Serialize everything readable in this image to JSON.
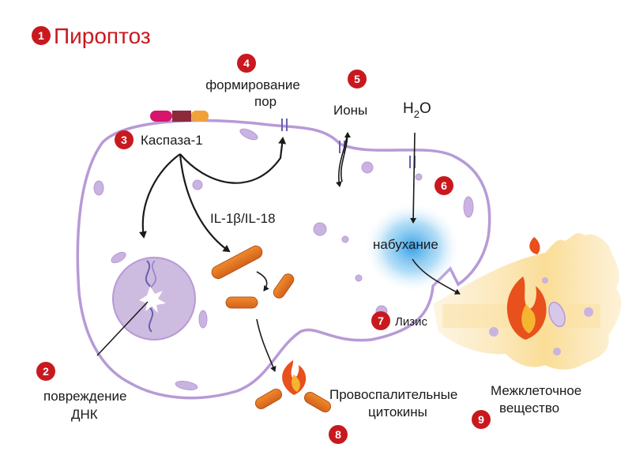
{
  "title": "Пироптоз",
  "steps": [
    {
      "num": "1"
    },
    {
      "num": "2",
      "label_lines": [
        "повреждение",
        "ДНК"
      ]
    },
    {
      "num": "3",
      "label": "Каспаза-1"
    },
    {
      "num": "4",
      "label_lines": [
        "формирование",
        "пор"
      ]
    },
    {
      "num": "5",
      "label": "Ионы"
    },
    {
      "num": "6"
    },
    {
      "num": "7",
      "label": "Лизис"
    },
    {
      "num": "8",
      "label_lines": [
        "Провоспалительные",
        "цитокины"
      ]
    },
    {
      "num": "9",
      "label_lines": [
        "Межклеточное",
        "вещество"
      ]
    }
  ],
  "labels": {
    "h2o": "H",
    "h2o_sub": "2",
    "h2o_o": "O",
    "il": "IL-1β/IL-18",
    "swelling": "набухание"
  },
  "colors": {
    "badge": "#c8191f",
    "membrane": "#b79ad6",
    "nucleus": "#cdbbe0",
    "cytokine": "#e8741c",
    "swelling": "#3ea6e6",
    "flame": "#e8501c"
  }
}
